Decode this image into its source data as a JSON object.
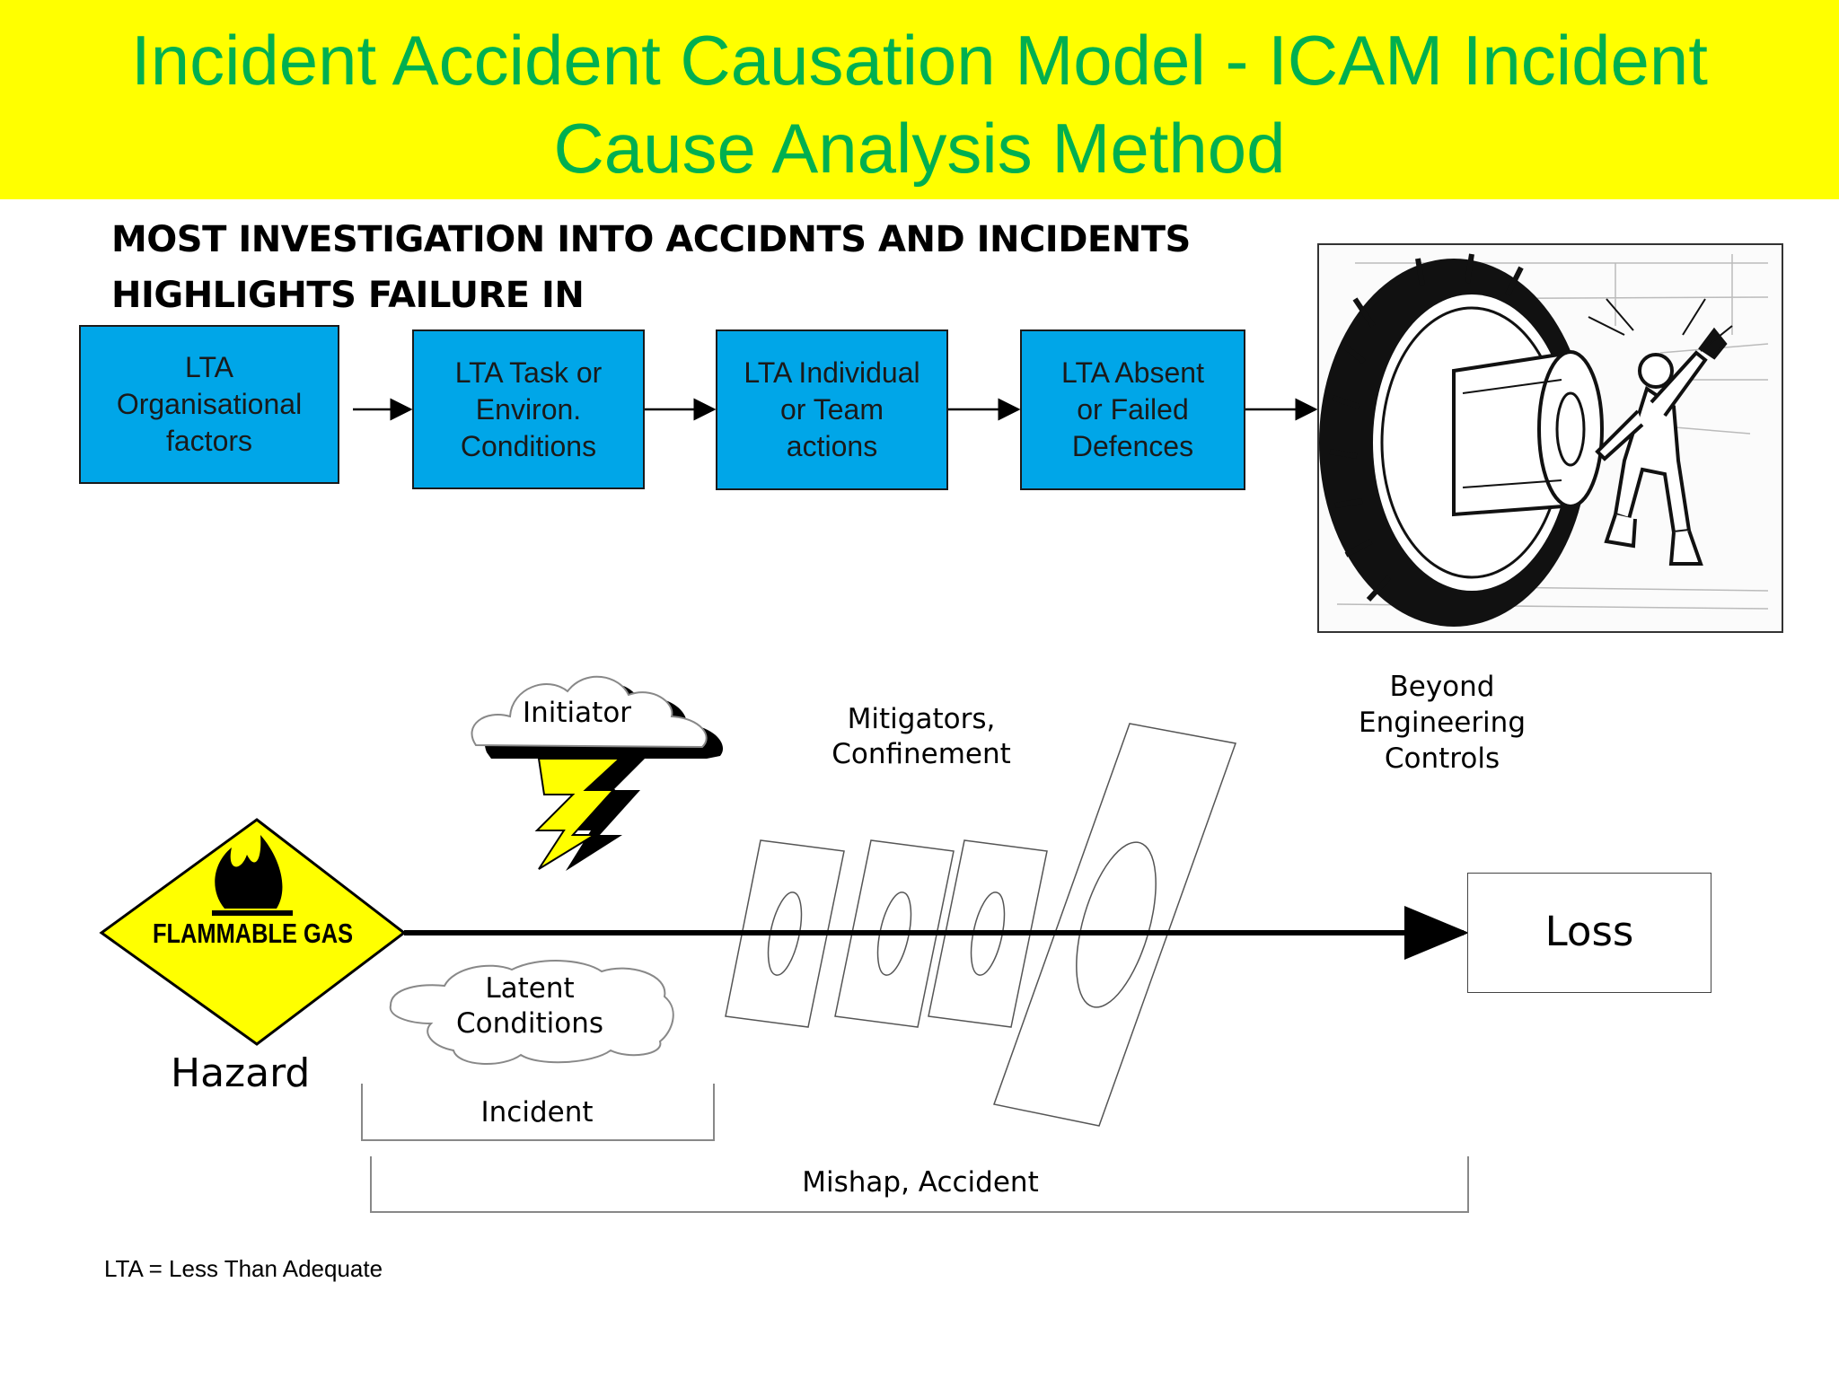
{
  "title": {
    "line1": "Incident Accident Causation Model - ICAM Incident",
    "line2": "Cause Analysis Method"
  },
  "subtitle": {
    "line1": "MOST INVESTIGATION INTO ACCIDNTS AND INCIDENTS",
    "line2": "HIGHLIGHTS FAILURE IN"
  },
  "flow_boxes": [
    {
      "lines": [
        "LTA",
        "Organisational",
        "factors"
      ]
    },
    {
      "lines": [
        "LTA Task or",
        "Environ.",
        "Conditions"
      ]
    },
    {
      "lines": [
        "LTA Individual",
        "or Team",
        "actions"
      ]
    },
    {
      "lines": [
        "LTA Absent",
        "or Failed",
        "Defences"
      ]
    }
  ],
  "model": {
    "initiator": "Initiator",
    "mitigators": {
      "line1": "Mitigators,",
      "line2": "Confinement"
    },
    "beyond": {
      "line1": "Beyond",
      "line2": "Engineering",
      "line3": "Controls"
    },
    "hazard_sign": "FLAMMABLE GAS",
    "hazard": "Hazard",
    "latent": {
      "line1": "Latent",
      "line2": "Conditions"
    },
    "incident": "Incident",
    "mishap": "Mishap,  Accident",
    "loss": "Loss"
  },
  "colors": {
    "title_bar": "#ffff00",
    "title_text": "#00b050",
    "box_fill": "#00a6e8",
    "hazard_sign": "#ffff00",
    "lightning": "#ffff00"
  },
  "footnote": "LTA = Less Than Adequate"
}
